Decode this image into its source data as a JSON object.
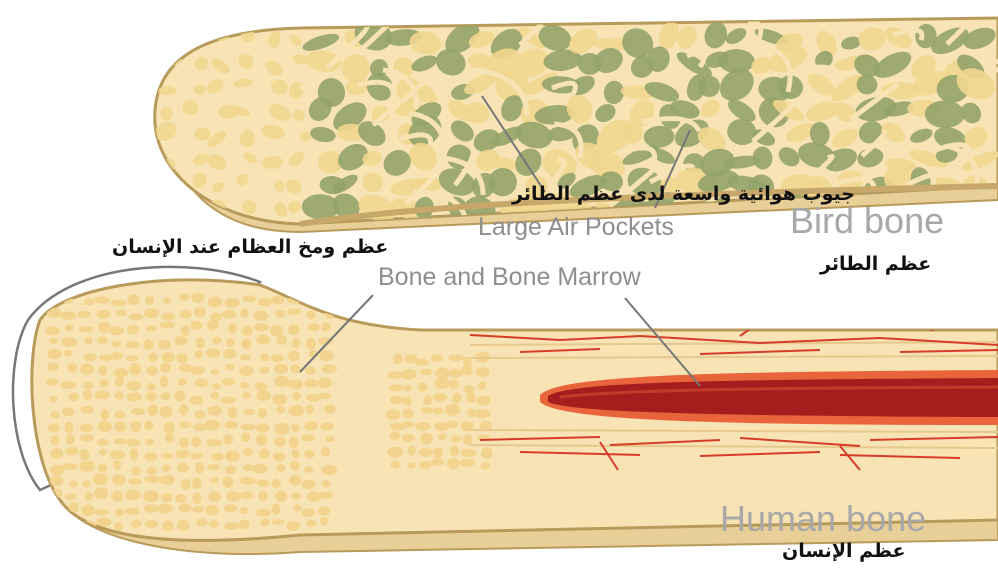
{
  "labels": {
    "bird_air_pockets_ar": "جيوب هوائية واسعة لدى عظم الطائر",
    "bird_air_pockets_en": "Large Air Pockets",
    "bird_bone_en": "Bird bone",
    "bird_bone_ar": "عظم الطائر",
    "human_marrow_ar": "عظم ومخ العظام عند الإنسان",
    "human_marrow_en": "Bone and Bone Marrow",
    "human_bone_en": "Human bone",
    "human_bone_ar": "عظم الإنسان"
  },
  "colors": {
    "bone_fill": "#f7e3b4",
    "bone_outline": "#b89a5a",
    "spongy_cells": "#f3d48e",
    "air_pocket": "#93a36a",
    "marrow_dark": "#a51d1d",
    "marrow_outer": "#e9643a",
    "vessels": "#d73c2a",
    "leader_lines": "#777777",
    "cartilage": "#ffffff"
  }
}
